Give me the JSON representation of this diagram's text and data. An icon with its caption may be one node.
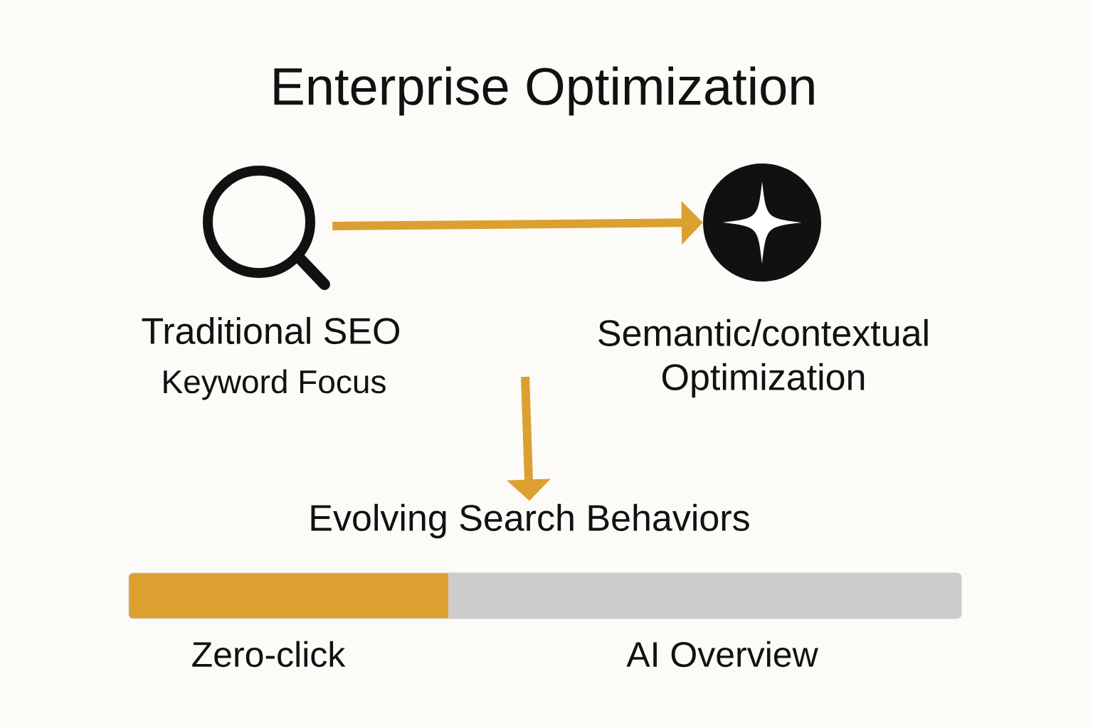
{
  "diagram": {
    "title": "Enterprise Optimization",
    "nodes": [
      {
        "text": [],
        "shape": "magnifier",
        "beside": [
          "Traditional SEO",
          "Keyword Focus"
        ]
      },
      {
        "text": [],
        "shape": "circle",
        "beside": [
          "Semantic/contextual Optimization"
        ]
      },
      {
        "text": [
          "Evolving Search Behaviors"
        ]
      }
    ],
    "edges": [
      {
        "from": 0,
        "to": 1,
        "arrow": "to"
      },
      {
        "from": null,
        "to": 2,
        "arrow": "to"
      }
    ],
    "labels": [
      "Zero-click",
      "AI Overview"
    ]
  }
}
